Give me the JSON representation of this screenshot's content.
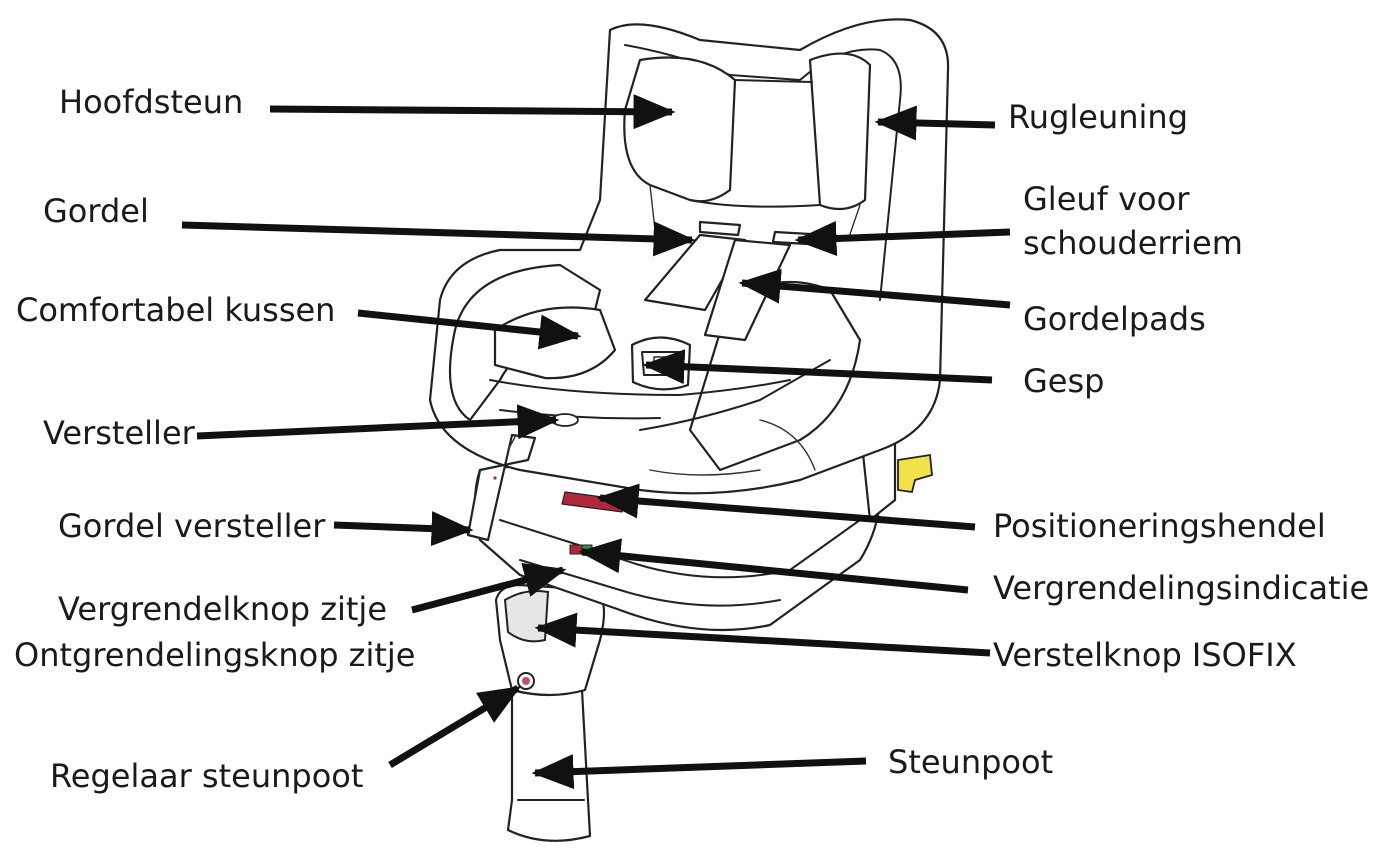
{
  "labels": {
    "hoofdsteun": "Hoofdsteun",
    "rugleuning": "Rugleuning",
    "gordel": "Gordel",
    "gleuf_line1": "Gleuf voor",
    "gleuf_line2": "schouderriem",
    "comfortabel_kussen": "Comfortabel kussen",
    "gordelpads": "Gordelpads",
    "gesp": "Gesp",
    "versteller": "Versteller",
    "gordel_versteller": "Gordel versteller",
    "positioneringshendel": "Positioneringshendel",
    "vergrendelingsindicatie": "Vergrendelingsindicatie",
    "vergrendelknop_zitje": "Vergrendelknop zitje",
    "ontgrendelingsknop_zitje": "Ontgrendelingsknop zitje",
    "verstelknop_isofix": "Verstelknop ISOFIX",
    "regelaar_steunpoot": "Regelaar steunpoot",
    "steunpoot": "Steunpoot"
  },
  "colors": {
    "lever": "#b0283a",
    "indicator_green": "#2e8b57",
    "indicator_red": "#b0283a",
    "isofix_connector": "#f2e24a",
    "button": "#c0506a"
  }
}
